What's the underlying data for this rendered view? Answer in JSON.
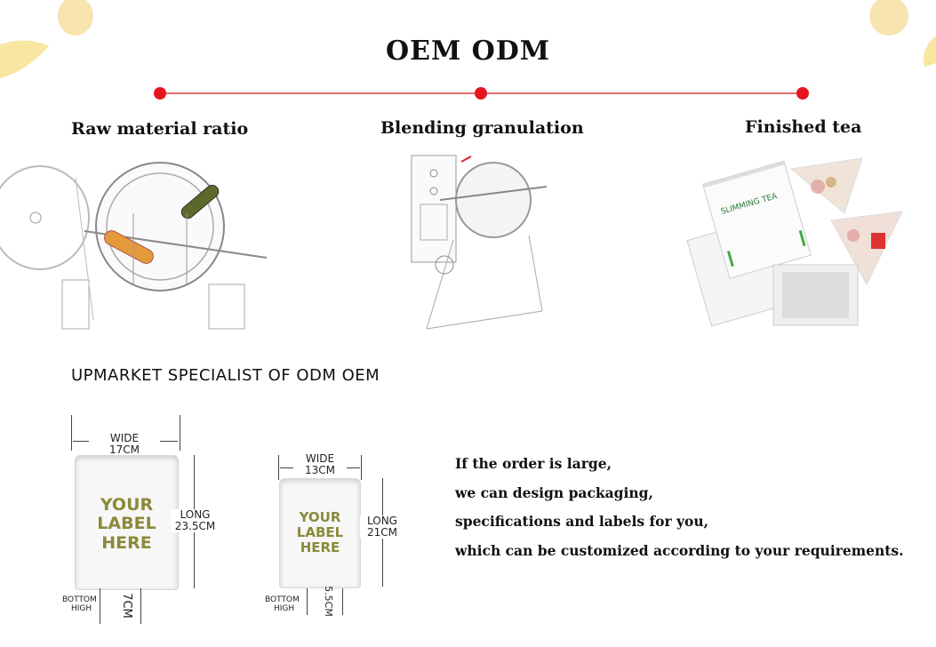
{
  "header": {
    "title": "OEM  ODM"
  },
  "process": {
    "steps": [
      {
        "label": "Raw material ratio"
      },
      {
        "label": "Blending granulation"
      },
      {
        "label": "Finished tea"
      }
    ],
    "tea_bag_text": "SLIMMING TEA"
  },
  "subtitle": "UPMARKET  SPECIALIST OF ODM OEM",
  "bag_large": {
    "wide_label": "WIDE",
    "wide_value": "17CM",
    "long_label": "LONG",
    "long_value": "23.5CM",
    "bottom_label_1": "BOTTOM",
    "bottom_label_2": "HIGH",
    "bottom_value": "7CM",
    "label_lines": [
      "YOUR",
      "LABEL",
      "HERE"
    ]
  },
  "bag_small": {
    "wide_label": "WIDE",
    "wide_value": "13CM",
    "long_label": "LONG",
    "long_value": "21CM",
    "bottom_label_1": "BOTTOM",
    "bottom_label_2": "HIGH",
    "bottom_value": "5.5CM",
    "label_lines": [
      "YOUR",
      "LABEL",
      "HERE"
    ]
  },
  "description": [
    "If the order is large,",
    "we can design packaging,",
    "specifications and labels for you,",
    "which can be customized according to your requirements."
  ],
  "colors": {
    "timeline": "#e46d6d",
    "dot": "#e8141e",
    "label_text": "#8a8a3a"
  }
}
